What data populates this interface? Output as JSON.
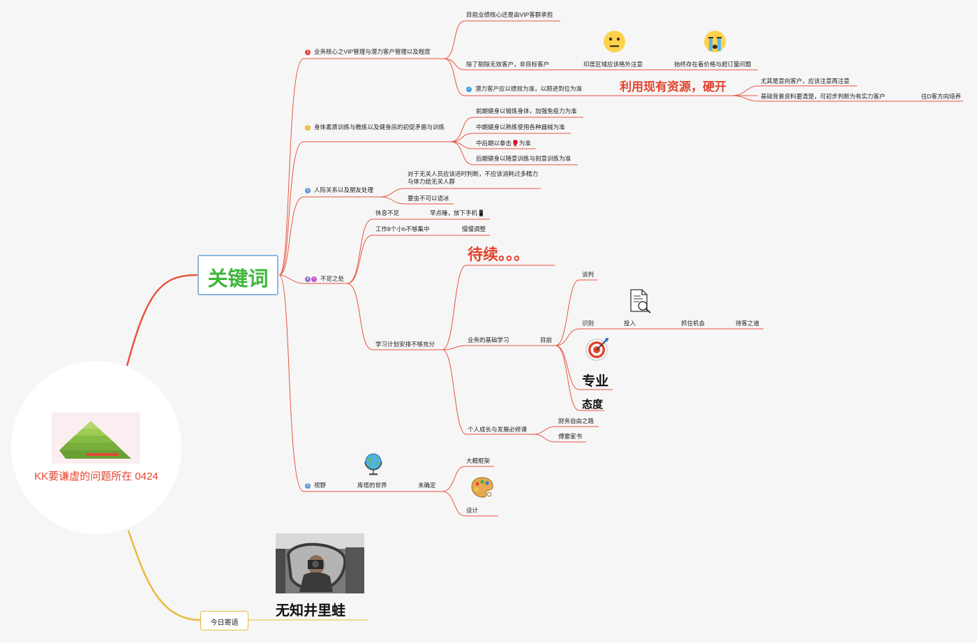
{
  "root": {
    "title": "KK要谦虚的问题所在 0424",
    "image": "pyramid-diagram"
  },
  "main": {
    "keyword": "关键词",
    "b1": {
      "num": "1",
      "label": "业务核心之VIP管理与潜力客户管理以及程度",
      "c1": "目前业绩核心还是由VIP客群承担",
      "c2": "除了剔除无效客户，非目标客户",
      "c2a": "印度区域应该格外注意",
      "c2b": "始终存在着价格与超订量问题",
      "c3": "潜力客户应以绩效为准，以顾进到位为准",
      "c3_highlight": "利用现有资源，硬开",
      "c3a": "尤其是意向客户，应该注意再注意",
      "c3b": "基础背景资料要清楚，可初步判断为有实力客户",
      "c3c": "往D客方向培养"
    },
    "b2": {
      "num": "2",
      "label": "身体素质训练与教练以及健身房的初促矛盾与训练",
      "c1": "前期健身以锻炼身体，加强免疫力为准",
      "c2": "中期健身以熟练使用各种器械为准",
      "c3": "中后期以拳击🥊为准",
      "c4": "后期健身以随意训练与刻意训练为准"
    },
    "b3": {
      "num": "3",
      "label": "人际关系以及朋友处理",
      "c1": "对于无关人员应该适时判断，不应该消耗过多精力与体力给无关人群",
      "c2": "要虫不可以语冰"
    },
    "b4": {
      "num": "4",
      "label": "不足之处",
      "c1": "休息不足",
      "c1a": "早点睡，放下手机📱",
      "c2": "工作8个小h不够集中",
      "c2a": "慢慢调整",
      "pending": "待续。。。",
      "c3": "学习计划安排不够充分",
      "c3a": "业务的基础学习",
      "c3a1": "目前",
      "k1": "谈判",
      "k2": "识别",
      "k2a": "投入",
      "k2b": "抓住机会",
      "k2c": "待客之道",
      "pro": "专业",
      "attitude": "态度",
      "c3b": "个人成长与发展必修课",
      "c3b1": "财务自由之路",
      "c3b2": "傅雷家书"
    },
    "b5": {
      "num": "5",
      "label": "视野",
      "c1": "库塔的世界",
      "c1a": "未确定",
      "c1a1": "大概框架",
      "c1a2": "设计"
    }
  },
  "today": {
    "label": "今日寄语",
    "caption": "无知井里蛙"
  },
  "colors": {
    "branch_main": "#e8543e",
    "branch_today": "#e8b93c",
    "key_green": "#3fb53a",
    "key_border": "#8ab8e0",
    "highlight_red": "#e2442f",
    "num1": "#e5423b",
    "num2": "#f0b431",
    "num3": "#5a8fd6",
    "num4": "#8a6fd0",
    "num5": "#5a8fd6"
  }
}
